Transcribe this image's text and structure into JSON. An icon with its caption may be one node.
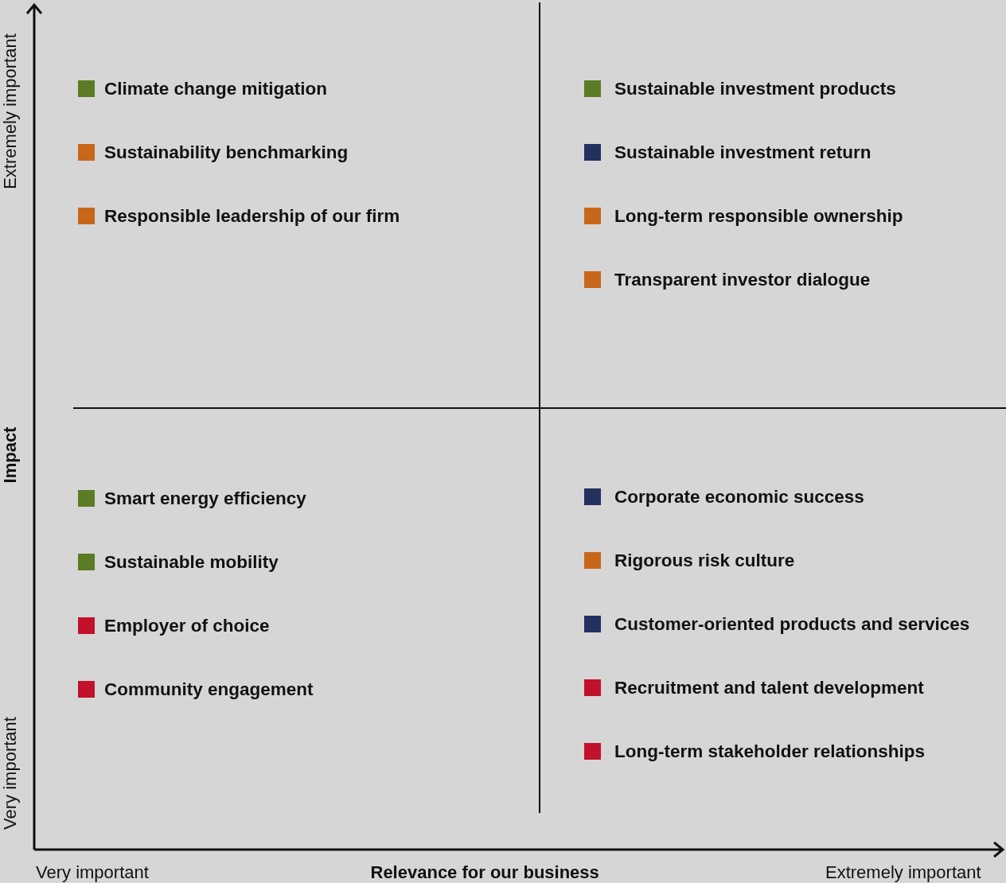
{
  "diagram": {
    "labels": [
      "Climate change mitigation",
      "Sustainable investment products",
      "Sustainability benchmarking",
      "Sustainable investment return",
      "Responsible leadership of our firm",
      "Long-term responsible ownership",
      "Transparent investor dialogue",
      "Smart energy efficiency",
      "Corporate economic success",
      "Sustainable mobility",
      "Rigorous risk culture",
      "Employer of choice",
      "Customer-oriented products and services",
      "Community engagement",
      "Recruitment and talent development",
      "Long-term stakeholder relationships",
      "Extremely important",
      "Impact",
      "Very important",
      "Very important",
      "Relevance for our business",
      "Extremely important"
    ]
  }
}
